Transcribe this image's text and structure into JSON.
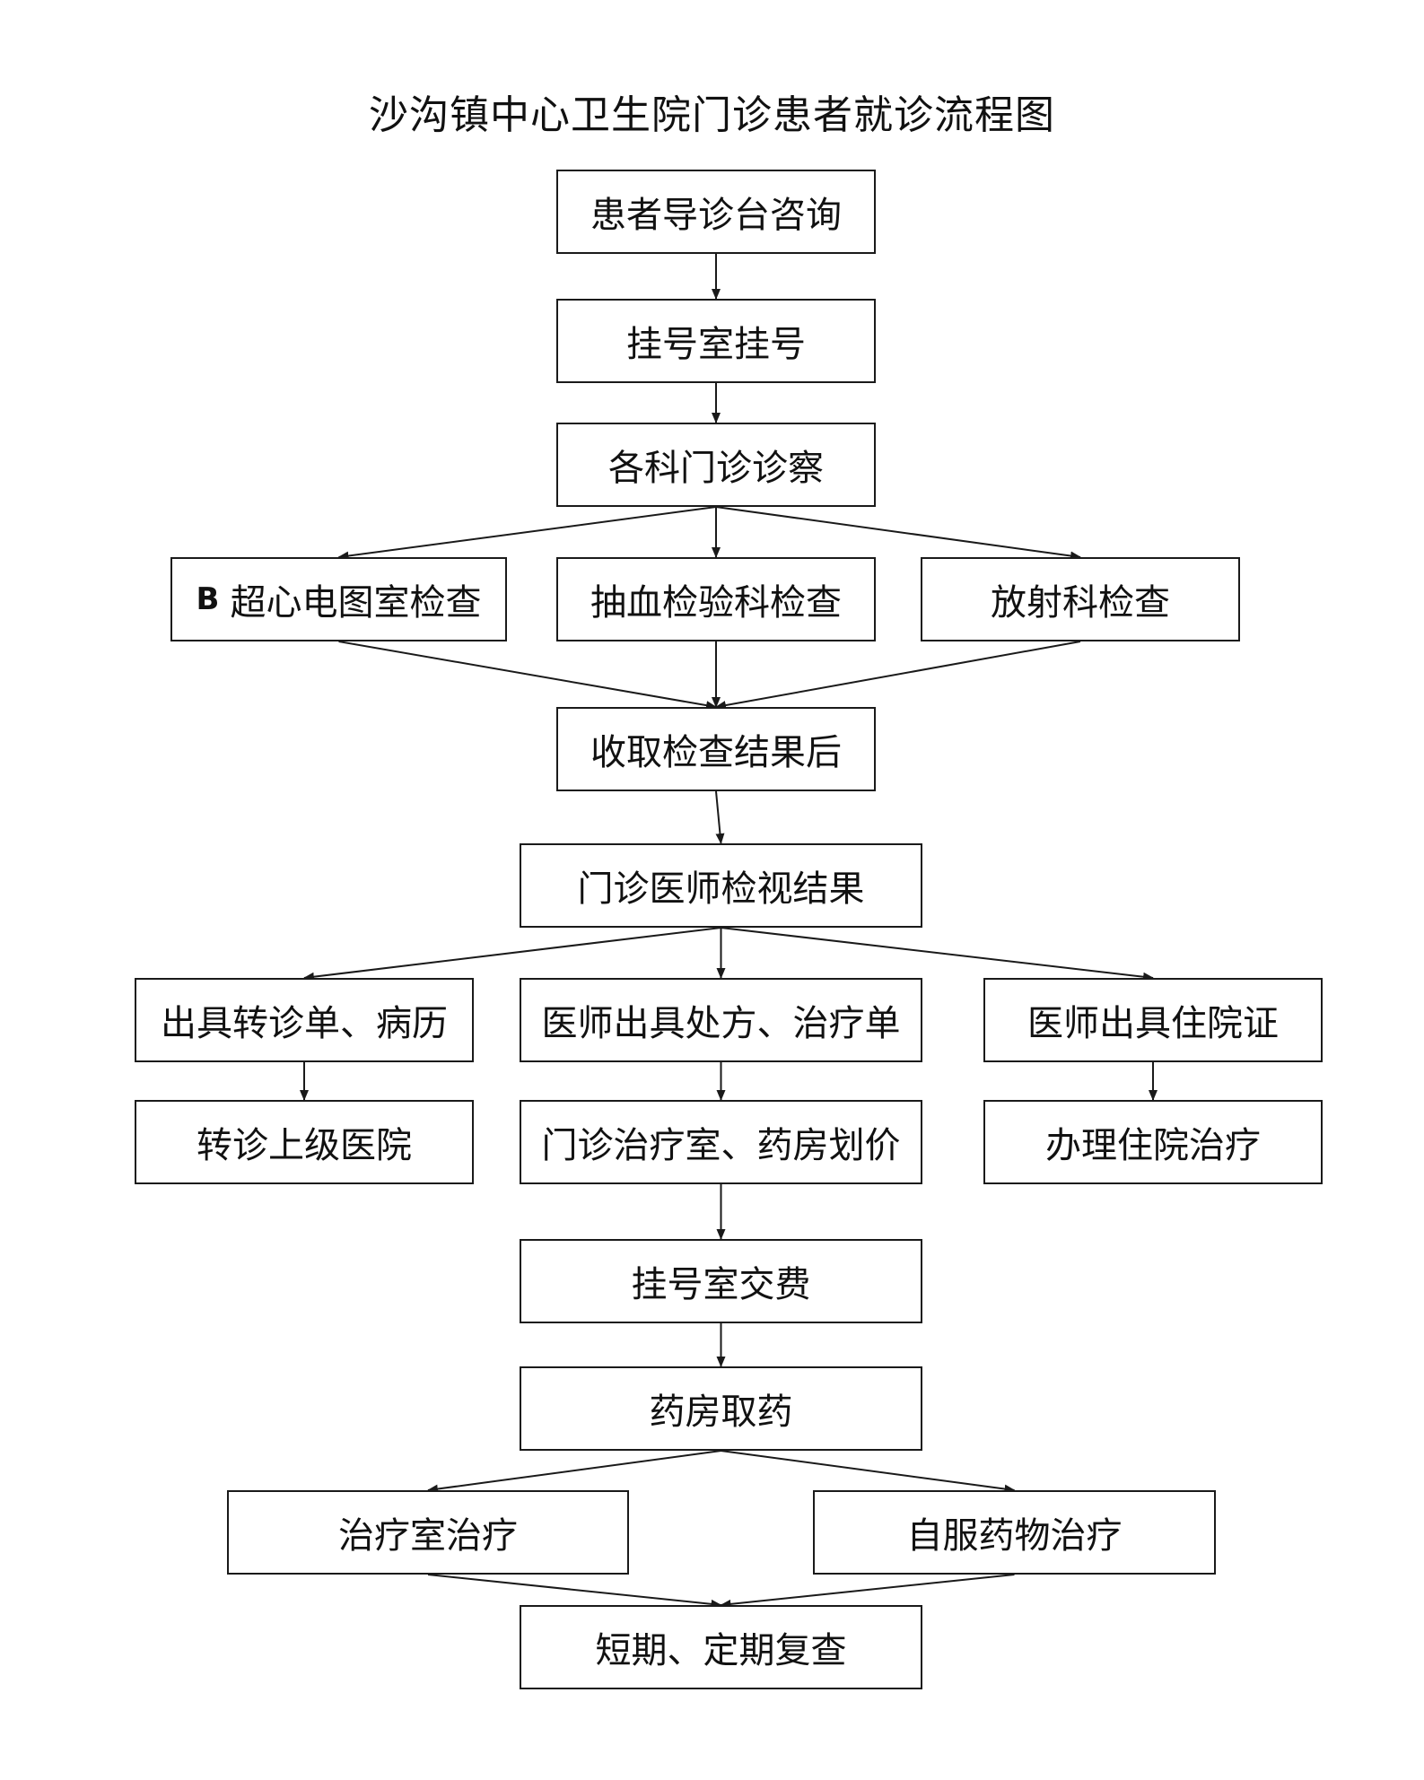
{
  "title": "沙沟镇中心卫生院门诊患者就诊流程图",
  "nodes": {
    "consult": "患者导诊台咨询",
    "register": "挂号室挂号",
    "clinic": "各科门诊诊察",
    "ultrasound_prefix": "B",
    "ultrasound": "超心电图室检查",
    "lab": "抽血检验科检查",
    "radiology": "放射科检查",
    "collect_results": "收取检查结果后",
    "doctor_review": "门诊医师检视结果",
    "referral_doc": "出具转诊单、病历",
    "prescription": "医师出具处方、治疗单",
    "admission_cert": "医师出具住院证",
    "referral_hospital": "转诊上级医院",
    "pricing": "门诊治疗室、药房划价",
    "admission": "办理住院治疗",
    "payment": "挂号室交费",
    "pharmacy": "药房取药",
    "treatment_room": "治疗室治疗",
    "self_medication": "自服药物治疗",
    "followup": "短期、定期复查"
  },
  "edges": [
    [
      "consult",
      "register"
    ],
    [
      "register",
      "clinic"
    ],
    [
      "clinic",
      "ultrasound"
    ],
    [
      "clinic",
      "lab"
    ],
    [
      "clinic",
      "radiology"
    ],
    [
      "ultrasound",
      "collect_results"
    ],
    [
      "lab",
      "collect_results"
    ],
    [
      "radiology",
      "collect_results"
    ],
    [
      "collect_results",
      "doctor_review"
    ],
    [
      "doctor_review",
      "referral_doc"
    ],
    [
      "doctor_review",
      "prescription"
    ],
    [
      "doctor_review",
      "admission_cert"
    ],
    [
      "referral_doc",
      "referral_hospital"
    ],
    [
      "prescription",
      "pricing"
    ],
    [
      "admission_cert",
      "admission"
    ],
    [
      "pricing",
      "payment"
    ],
    [
      "payment",
      "pharmacy"
    ],
    [
      "pharmacy",
      "treatment_room"
    ],
    [
      "pharmacy",
      "self_medication"
    ],
    [
      "treatment_room",
      "followup"
    ],
    [
      "self_medication",
      "followup"
    ]
  ]
}
